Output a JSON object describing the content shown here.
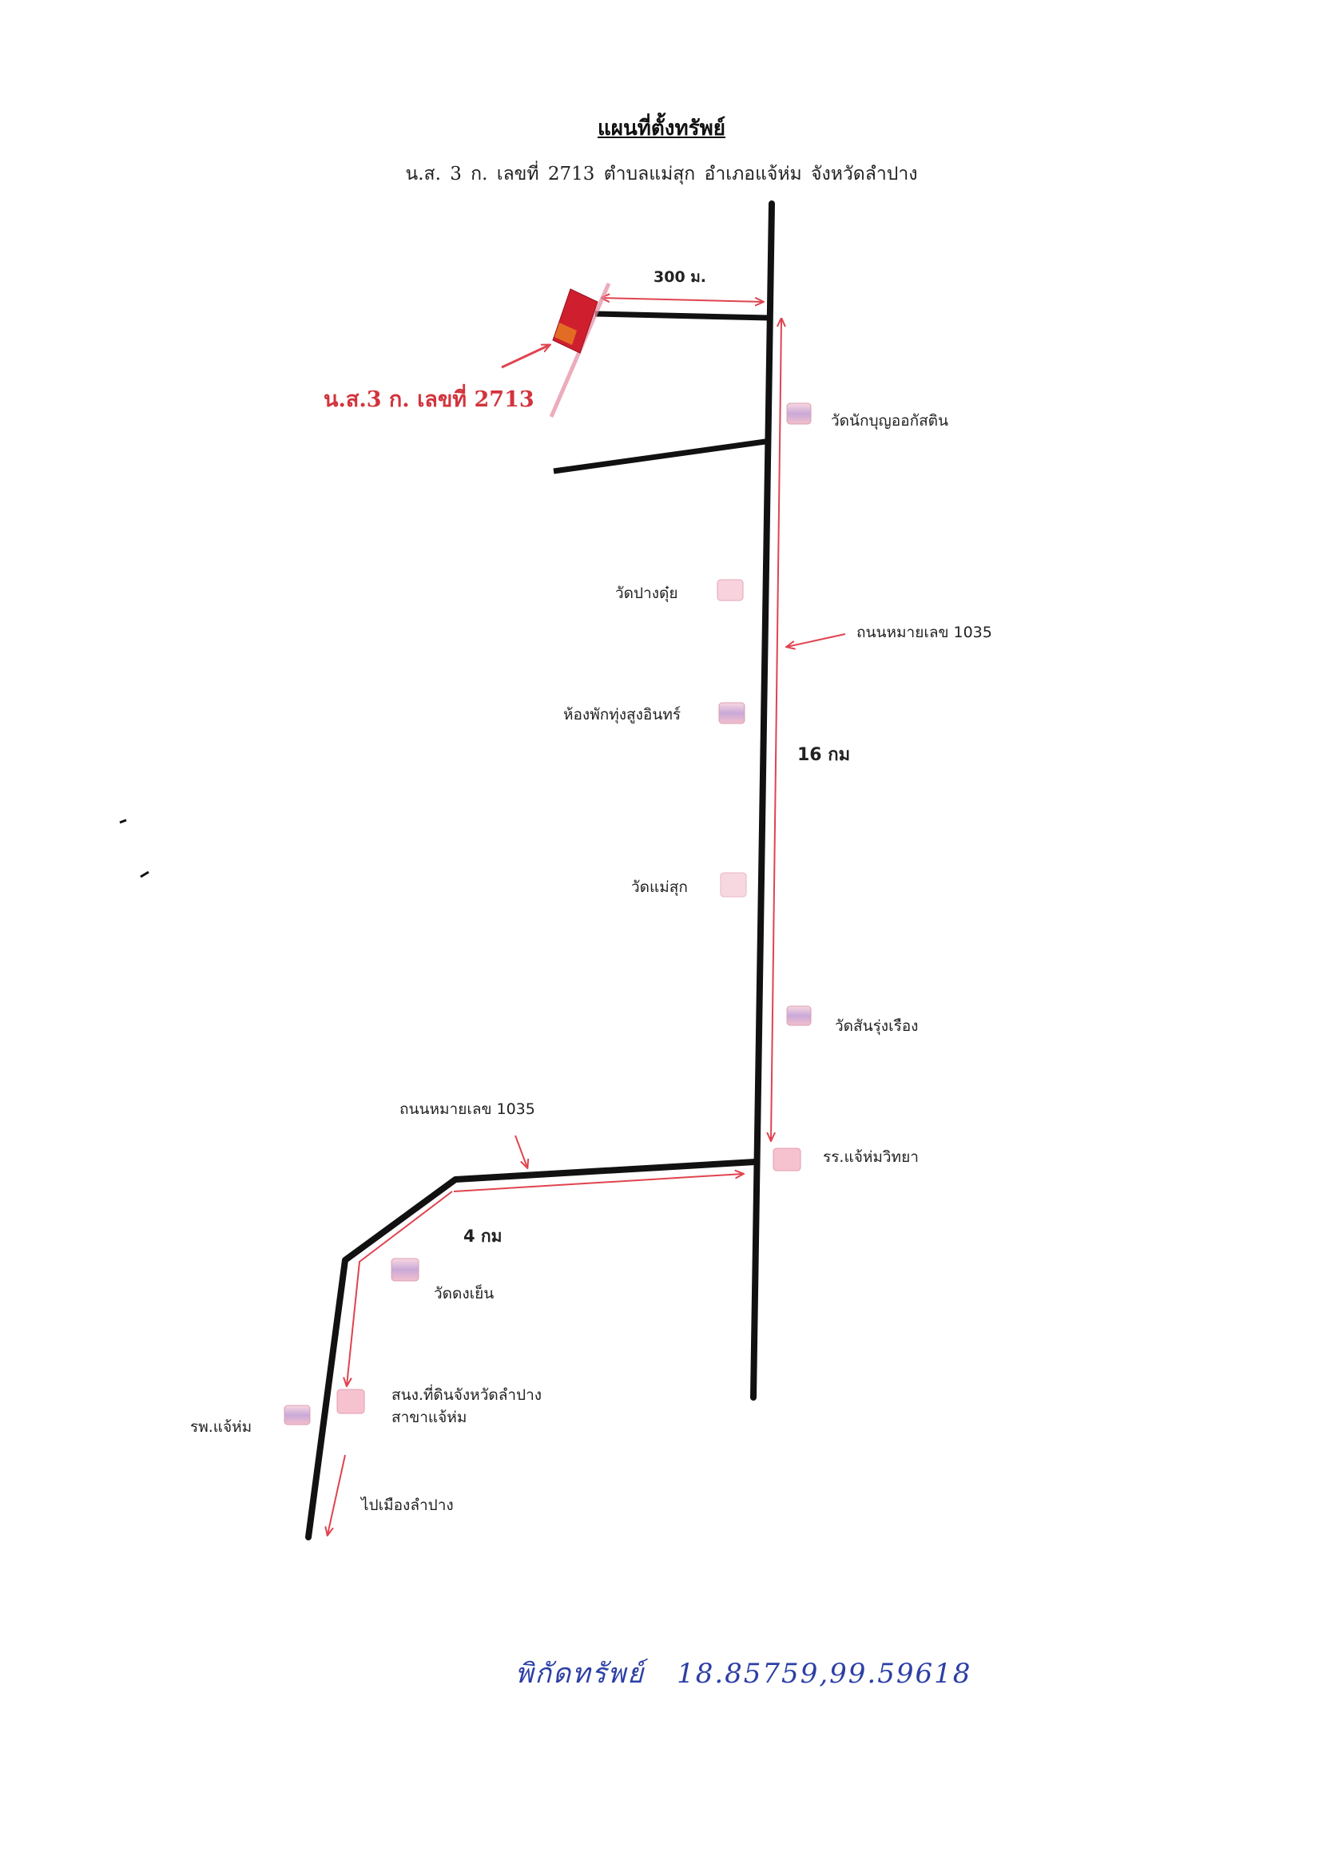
{
  "title": "แผนที่ตั้งทรัพย์",
  "subtitle": "น.ส. 3 ก. เลขที่ 2713   ตำบลแม่สุก  อำเภอแจ้ห่ม  จังหวัดลำปาง",
  "parcel_label": "น.ส.3 ก. เลขที่ 2713",
  "distances": {
    "d300": "300 ม.",
    "d16": "16 กม",
    "d4": "4 กม"
  },
  "roads": {
    "road_1035_upper": "ถนนหมายเลข  1035",
    "road_1035_lower": "ถนนหมายเลข  1035"
  },
  "places": {
    "wat_naksaint": "วัดนักบุญออกัสติน",
    "wat_pang_dui": "วัดปางดุ๋ย",
    "room_thung_sung": "ห้องพักทุ่งสูงอินทร์",
    "wat_mae_suk": "วัดแม่สุก",
    "wat_san_rung": "วัดสันรุ่งเรือง",
    "school": "รร.แจ้ห่มวิทยา",
    "wat_dong_yen": "วัดดงเย็น",
    "land_office_line1": "สนง.ที่ดินจังหวัดลำปาง",
    "land_office_line2": "สาขาแจ้ห่ม",
    "hospital": "รพ.แจ้ห่ม",
    "to_city": "ไปเมืองลำปาง"
  },
  "coordinates": {
    "label": "พิกัดทรัพย์",
    "value": "18.85759,99.59618"
  },
  "colors": {
    "road": "#111111",
    "route_arrow": "#e0434f",
    "parcel": "#cf1f2e",
    "marker_fill": "#f6c9d4",
    "handwriting": "#2c3fa5"
  }
}
